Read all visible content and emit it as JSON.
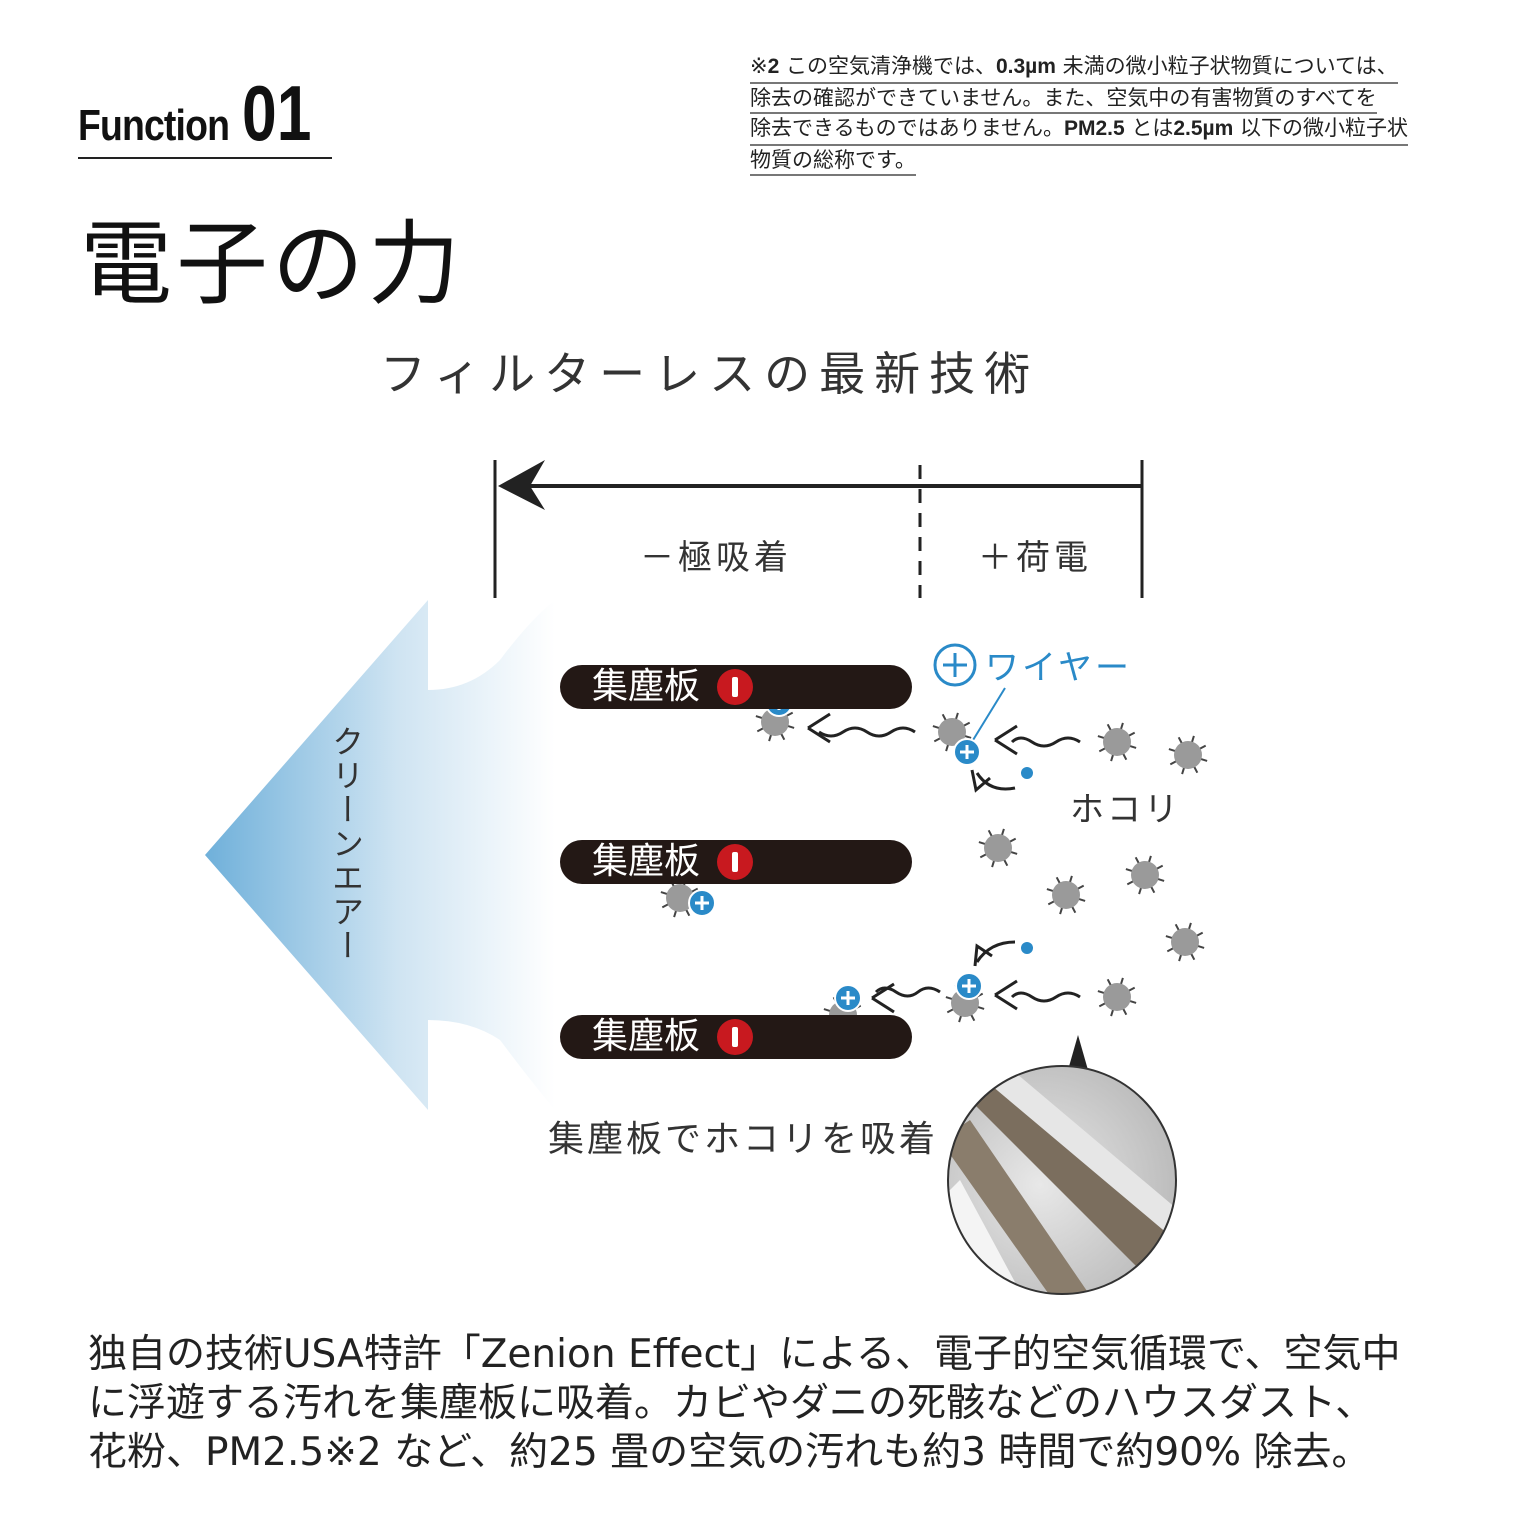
{
  "header": {
    "function_word": "Function",
    "function_number": "01",
    "title": "電子の力"
  },
  "note": {
    "lines": [
      [
        "※",
        "2",
        " この空気清浄機では、",
        "0.3µm",
        " 未満の微小粒子状物質については、"
      ],
      [
        "除去の確認ができていません。また、空気中の有害物質のすべてを"
      ],
      [
        "除去できるものではありません。",
        "PM2.5",
        " とは",
        "2.5µm",
        " 以下の微小粒子状"
      ],
      [
        "物質の総称です。"
      ]
    ]
  },
  "subtitle": "フィルターレスの最新技術",
  "diagram": {
    "zone_negative": "－極吸着",
    "zone_positive": "＋荷電",
    "clean_air": "クリーンエアー",
    "plate_label": "集塵板",
    "wire_label": "ワイヤー",
    "dust_label": "ホコリ",
    "caption": "集塵板でホコリを吸着",
    "colors": {
      "plate": "#231815",
      "negative": "#c8191f",
      "positive": "#2a8ac8",
      "air": "#7fb8dc"
    }
  },
  "description": [
    "独自の技術USA特許「Zenion Effect」による、電子的空気循環で、空気中",
    "に浮遊する汚れを集塵板に吸着。カビやダニの死骸などのハウスダスト、",
    "花粉、PM2.5※2 など、約25 畳の空気の汚れも約3 時間で約90% 除去。"
  ]
}
